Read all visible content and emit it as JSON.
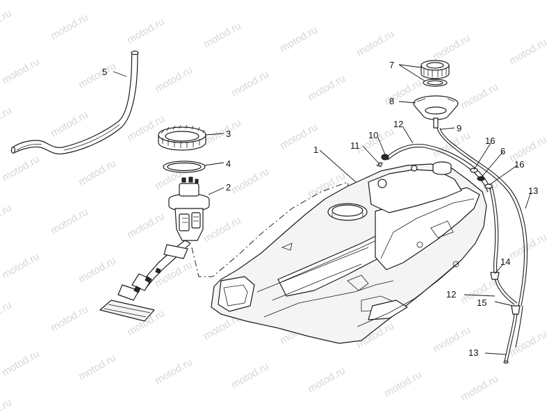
{
  "watermark": {
    "text": "motod.ru"
  },
  "callouts": [
    {
      "id": "1",
      "label": "1"
    },
    {
      "id": "2",
      "label": "2"
    },
    {
      "id": "3",
      "label": "3"
    },
    {
      "id": "4",
      "label": "4"
    },
    {
      "id": "5",
      "label": "5"
    },
    {
      "id": "6",
      "label": "6"
    },
    {
      "id": "7",
      "label": "7"
    },
    {
      "id": "8",
      "label": "8"
    },
    {
      "id": "9",
      "label": "9"
    },
    {
      "id": "10",
      "label": "10"
    },
    {
      "id": "11",
      "label": "11"
    },
    {
      "id": "12a",
      "label": "12"
    },
    {
      "id": "12b",
      "label": "12"
    },
    {
      "id": "13a",
      "label": "13"
    },
    {
      "id": "13b",
      "label": "13"
    },
    {
      "id": "14",
      "label": "14"
    },
    {
      "id": "15",
      "label": "15"
    },
    {
      "id": "16a",
      "label": "16"
    },
    {
      "id": "16b",
      "label": "16"
    }
  ]
}
